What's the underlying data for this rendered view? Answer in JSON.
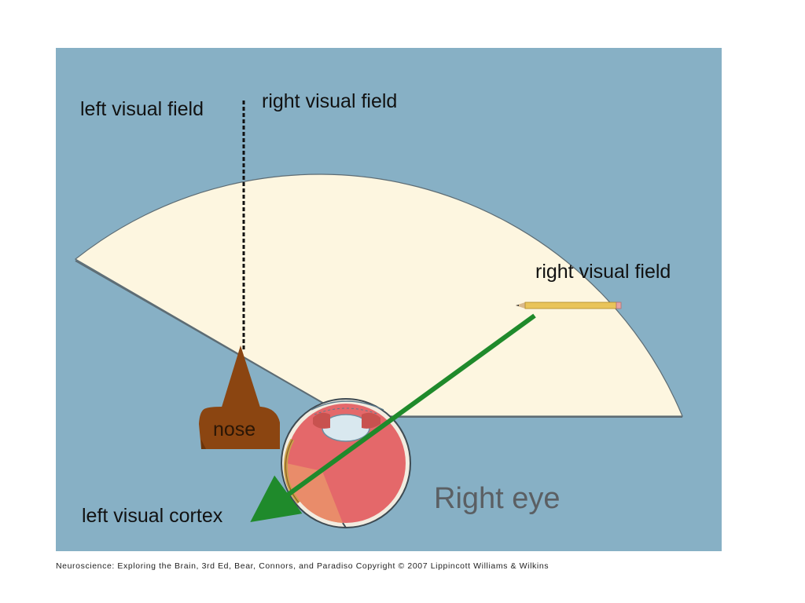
{
  "labels": {
    "left_visual_field": "left visual field",
    "right_visual_field_top": "right visual field",
    "right_visual_field_mid": "right visual field",
    "nose": "nose",
    "left_visual_cortex": "left visual cortex",
    "right_eye": "Right eye"
  },
  "credit": "Neuroscience: Exploring the Brain, 3rd Ed, Bear, Connors, and Paradiso Copyright © 2007 Lippincott Williams & Wilkins",
  "colors": {
    "background_panel": "#87b0c5",
    "visual_field": "#fdf6e0",
    "nose": "#8b4511",
    "arrow": "#1f8a2b",
    "eye_red": "#e4686a",
    "pencil": "#e9c45a"
  }
}
